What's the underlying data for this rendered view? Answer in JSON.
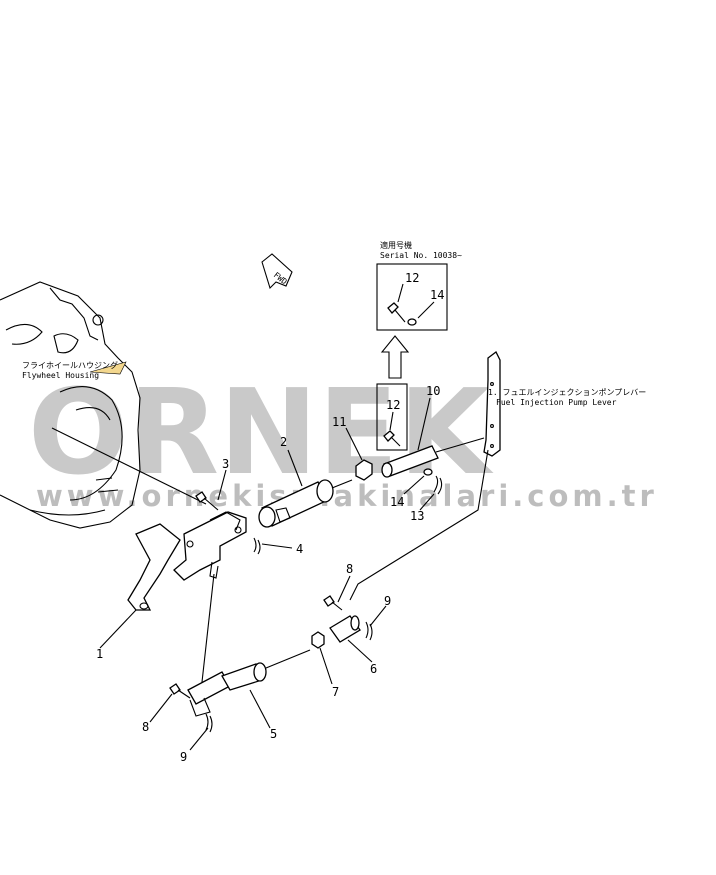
{
  "watermark": {
    "brand": "ORNEK",
    "url": "www.ornekisrnakinalari.com.tr"
  },
  "labels": {
    "flywheel_jp": "フライホイールハウジング",
    "flywheel_en": "Flywheel Housing",
    "fuel_jp": "1. フュエルインジェクションポンプレバー",
    "fuel_en": "Fuel Injection Pump Lever",
    "serial_jp": "適用号機",
    "serial_en": "Serial No. 10038~",
    "fwd": "FWD"
  },
  "callouts": {
    "n1": "1",
    "n2": "2",
    "n3": "3",
    "n4": "4",
    "n5": "5",
    "n6": "6",
    "n7": "7",
    "n8a": "8",
    "n8b": "8",
    "n9a": "9",
    "n9b": "9",
    "n10": "10",
    "n11": "11",
    "n12a": "12",
    "n12b": "12",
    "n13": "13",
    "n14a": "14",
    "n14b": "14"
  }
}
